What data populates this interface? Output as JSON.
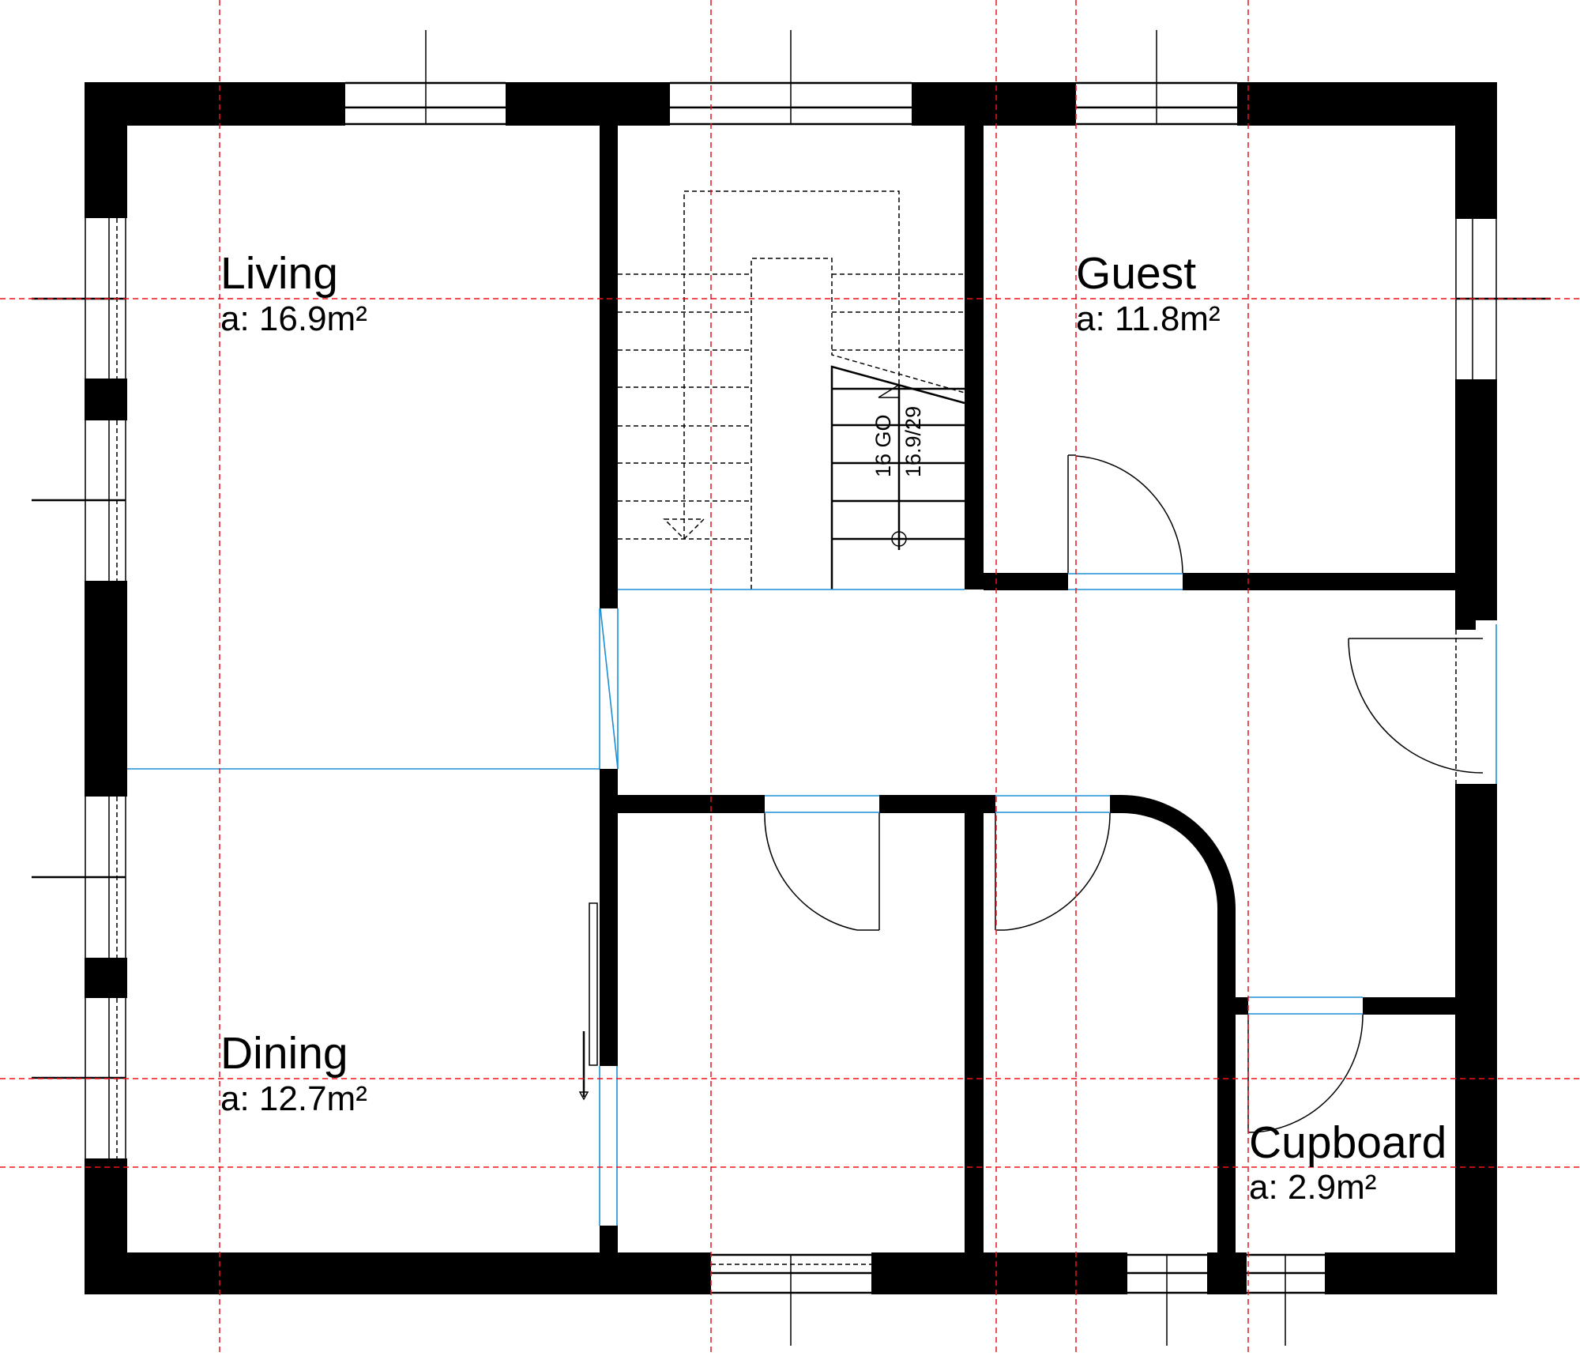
{
  "drawing": {
    "type": "floor-plan",
    "colors": {
      "wall": "#000000",
      "grid_axis": "#e8141b",
      "opening_line": "#1a8fd6",
      "background": "#ffffff"
    }
  },
  "rooms": [
    {
      "id": "living",
      "name": "Living",
      "area": "a: 16.9m²"
    },
    {
      "id": "guest",
      "name": "Guest",
      "area": "a: 11.8m²"
    },
    {
      "id": "dining",
      "name": "Dining",
      "area": "a: 12.7m²"
    },
    {
      "id": "cupboard",
      "name": "Cupboard",
      "area": "a: 2.9m²"
    }
  ],
  "stair": {
    "steps_label": "16 GO",
    "ratio_label": "16.9/29"
  },
  "grid_axes": {
    "vertical_x": [
      278,
      900,
      1261,
      1362,
      1580
    ],
    "horizontal_y": [
      378,
      1365,
      1477
    ]
  }
}
